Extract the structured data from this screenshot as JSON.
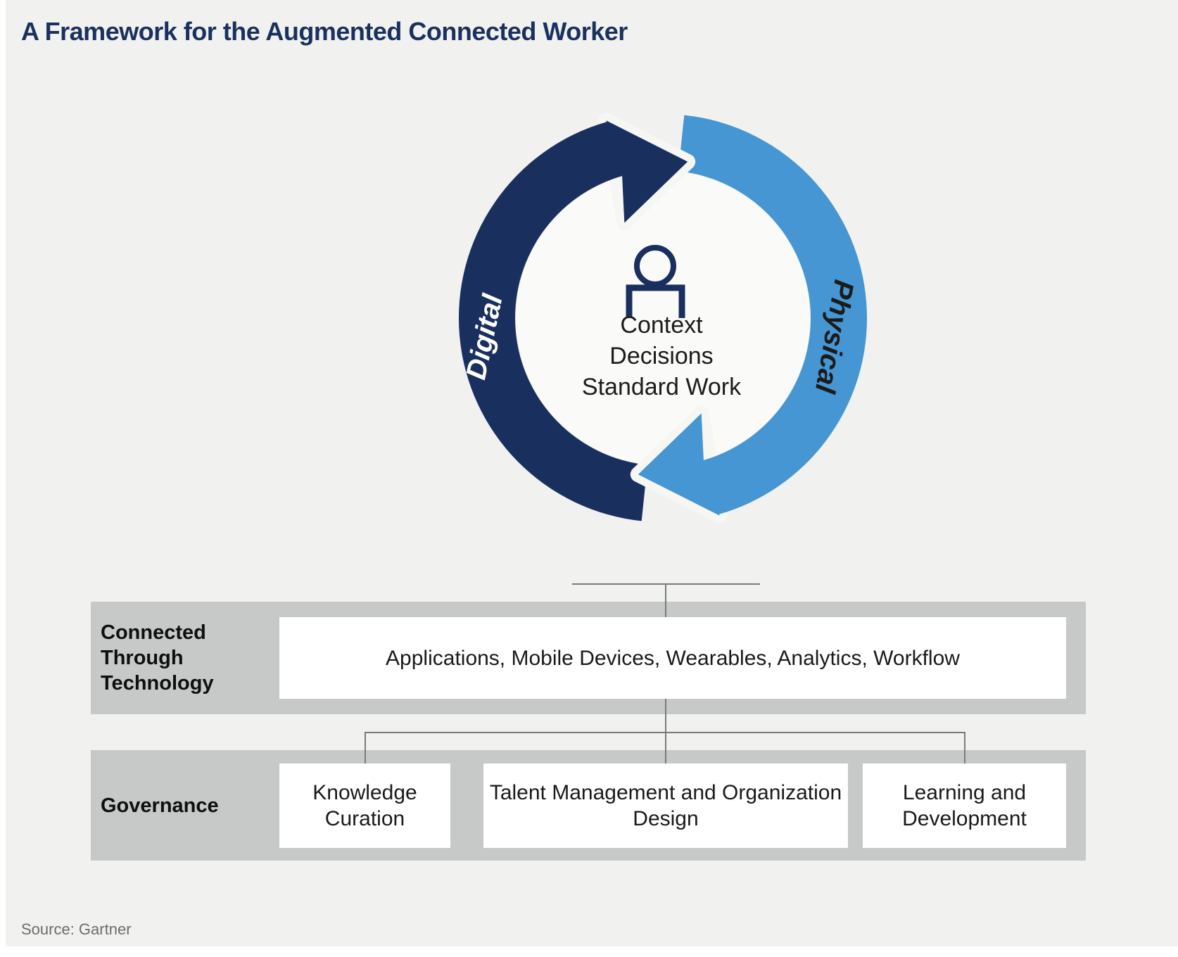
{
  "title": "A Framework for the Augmented Connected Worker",
  "source": "Source: Gartner",
  "cycle": {
    "left_label": "Digital",
    "right_label": "Physical",
    "center_lines": [
      "Context",
      "Decisions",
      "Standard Work"
    ],
    "center_icon": "person-icon"
  },
  "rows": {
    "technology": {
      "label": "Connected Through Technology",
      "box": "Applications, Mobile Devices, Wearables, Analytics, Workflow"
    },
    "governance": {
      "label": "Governance",
      "boxes": [
        "Knowledge Curation",
        "Talent Management and Organization Design",
        "Learning and Development"
      ]
    }
  },
  "colors": {
    "background": "#f1f1ef",
    "title_navy": "#1a3160",
    "dark_arc": "#19305f",
    "light_arc": "#4596d2",
    "gray_bar": "#c6c9c8",
    "white_box": "#ffffff",
    "connector_gray": "#787d7b",
    "source_gray": "#6d6d6d"
  }
}
